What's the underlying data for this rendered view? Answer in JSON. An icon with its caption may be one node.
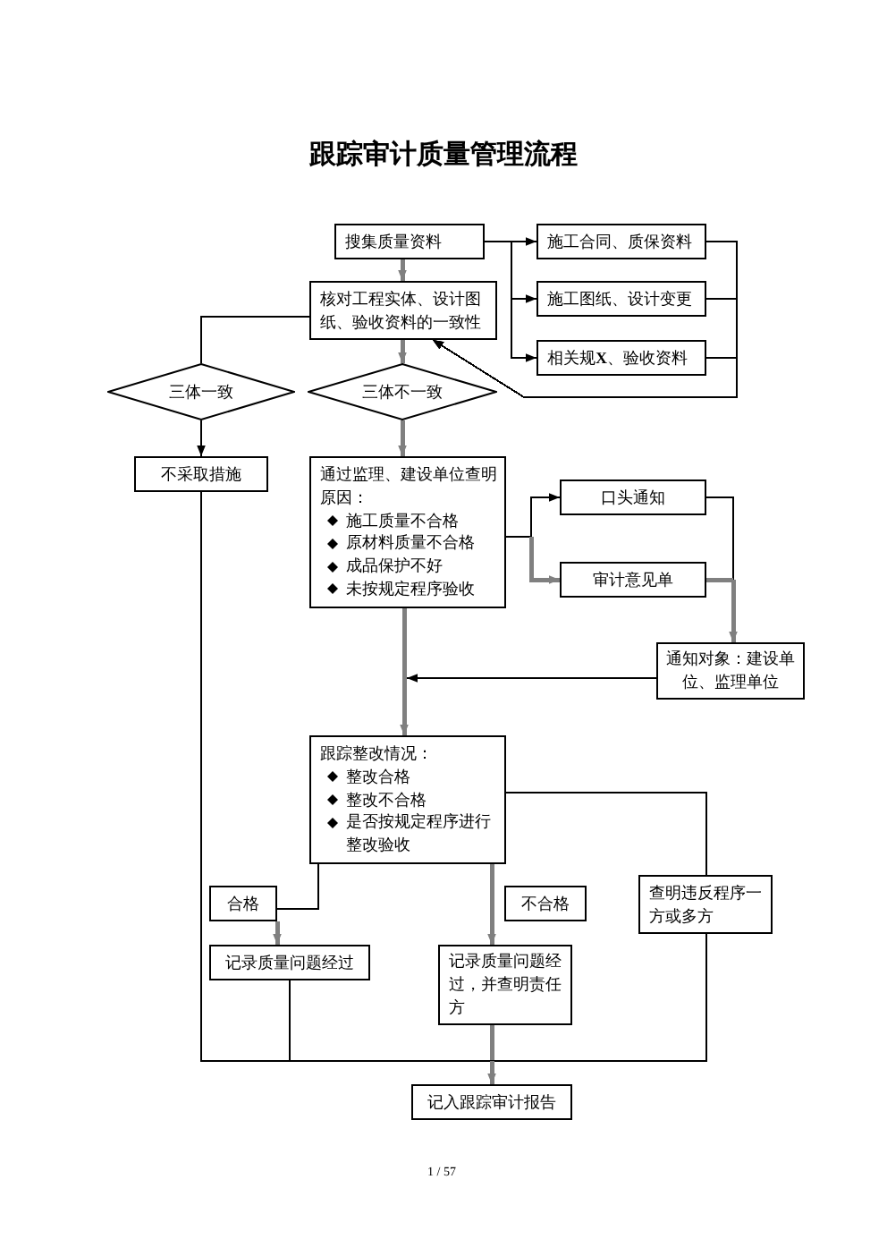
{
  "diagram": {
    "title": "跟踪审计质量管理流程",
    "nodes": [
      {
        "text": [
          "搜集质量资料"
        ]
      },
      {
        "text": [
          "核对工程实体、设计图纸、验收资料的一致性"
        ]
      },
      {
        "text": [
          "施工合同、质保资料"
        ]
      },
      {
        "text": [
          "施工图纸、设计变更"
        ]
      },
      {
        "text": [
          "相关规**X**、验收资料"
        ]
      },
      {
        "text": [
          "三体一致"
        ]
      },
      {
        "text": [
          "三体不一致"
        ]
      },
      {
        "text": [
          "不采取措施"
        ]
      },
      {
        "text": [
          "通过监理、建设单位查明原因：",
          "施工质量不合格",
          "原材料质量不合格",
          "成品保护不好",
          "未按规定程序验收"
        ]
      },
      {
        "text": [
          "口头通知"
        ]
      },
      {
        "text": [
          "审计意见单"
        ]
      },
      {
        "text": [
          "通知对象：建设单位、监理单位"
        ]
      },
      {
        "text": [
          "跟踪整改情况：",
          "整改合格",
          "整改不合格",
          "是否按规定程序进行整改验收"
        ]
      },
      {
        "text": [
          "合格"
        ]
      },
      {
        "text": [
          "不合格"
        ]
      },
      {
        "text": [
          "查明违反程序一方或多方"
        ]
      },
      {
        "text": [
          "记录质量问题经过"
        ]
      },
      {
        "text": [
          "记录质量问题经过，并查明责任方"
        ]
      },
      {
        "text": [
          "记入跟踪审计报告"
        ]
      }
    ],
    "edges": [
      {
        "from": 0,
        "to": 1,
        "arrow": "to",
        "style": "thick",
        "color": "#808080"
      },
      {
        "from": 0,
        "to": 2,
        "arrow": "to"
      },
      {
        "from": 0,
        "to": 3,
        "arrow": "to"
      },
      {
        "from": 0,
        "to": 4,
        "arrow": "to"
      },
      {
        "from": 2,
        "to": 1,
        "arrow": "to"
      },
      {
        "from": 3,
        "to": 1,
        "arrow": "to"
      },
      {
        "from": 4,
        "to": 1,
        "arrow": "to"
      },
      {
        "from": 1,
        "to": 5,
        "arrow": "none"
      },
      {
        "from": 1,
        "to": 6,
        "arrow": "to",
        "style": "thick",
        "color": "#808080"
      },
      {
        "from": 5,
        "to": 7,
        "arrow": "to"
      },
      {
        "from": 6,
        "to": 8,
        "arrow": "to",
        "style": "thick",
        "color": "#808080"
      },
      {
        "from": 8,
        "to": 9,
        "arrow": "to"
      },
      {
        "from": 8,
        "to": 10,
        "arrow": "to",
        "style": "thick",
        "color": "#808080"
      },
      {
        "from": 9,
        "to": 11,
        "arrow": "to"
      },
      {
        "from": 10,
        "to": 11,
        "arrow": "to",
        "style": "thick",
        "color": "#808080"
      },
      {
        "from": 11,
        "to": 12,
        "arrow": "to"
      },
      {
        "from": 8,
        "to": 12,
        "arrow": "to",
        "style": "thick",
        "color": "#808080"
      },
      {
        "from": 12,
        "to": 13,
        "arrow": "none"
      },
      {
        "from": 13,
        "to": 16,
        "arrow": "to",
        "style": "thick",
        "color": "#808080"
      },
      {
        "from": 12,
        "to": 17,
        "arrow": "to",
        "style": "thick",
        "color": "#808080"
      },
      {
        "from": 12,
        "to": 15,
        "arrow": "none"
      },
      {
        "from": 7,
        "to": 18,
        "arrow": "to"
      },
      {
        "from": 16,
        "to": 18,
        "arrow": "to"
      },
      {
        "from": 17,
        "to": 18,
        "arrow": "to",
        "style": "thick",
        "color": "#808080"
      },
      {
        "from": 15,
        "to": 18,
        "arrow": "to"
      }
    ],
    "labels": [
      "1 / 57"
    ]
  }
}
